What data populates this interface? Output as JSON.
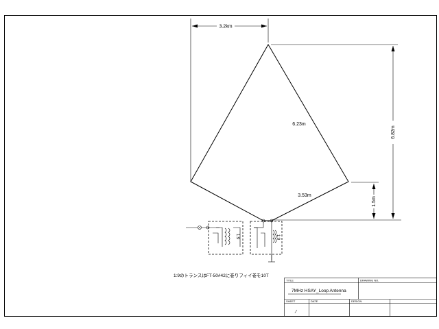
{
  "dimensions": {
    "top_width": "3.2km",
    "upper_side": "6.23m",
    "lower_side": "3.53m",
    "feed_height": "1.5m",
    "total_height": "6.82m"
  },
  "transformer": {
    "ratio_label": "1:9",
    "ratio_label_2": "1:9"
  },
  "note": "1:9のトランスはFT-50#42に巻りフィイ巻を10T",
  "title_block": {
    "title_header": "TITLE",
    "drawing_no_header": "DRAWING NO.",
    "title_value": "7MHz HSAY_Loop Antenna",
    "sheet_header": "SHEET",
    "date_header": "DATE",
    "designer_header": "DESIGN",
    "sheet_value": "⁄"
  }
}
